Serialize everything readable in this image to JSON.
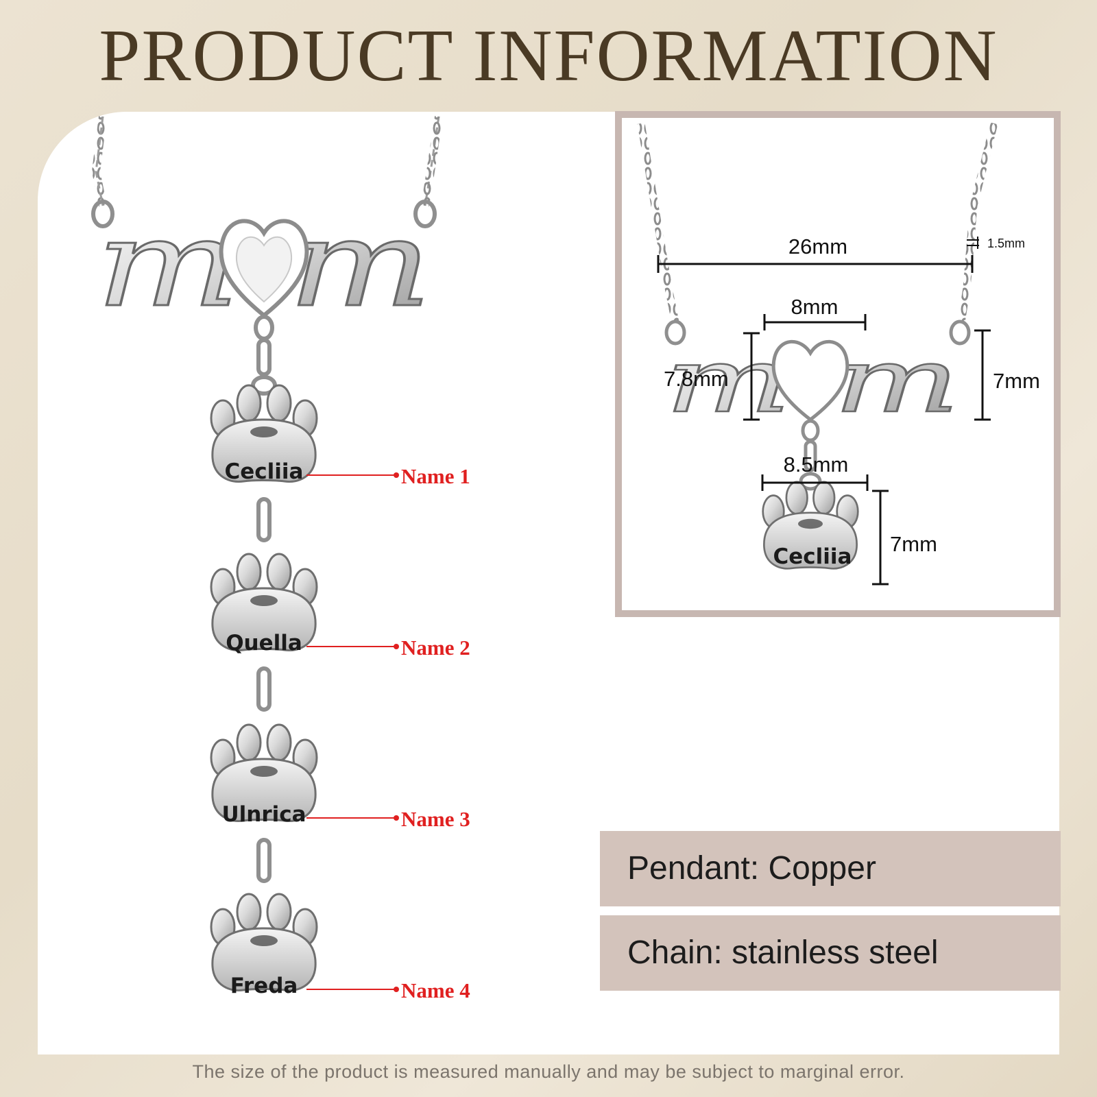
{
  "title": "PRODUCT INFORMATION",
  "pendant_word": "mom",
  "charms": [
    {
      "engraving": "Cecliia",
      "label": "Name 1"
    },
    {
      "engraving": "Quella",
      "label": "Name 2"
    },
    {
      "engraving": "Ulnrica",
      "label": "Name 3"
    },
    {
      "engraving": "Freda",
      "label": "Name 4"
    }
  ],
  "detail": {
    "engraving": "Cecliia",
    "dims": {
      "width_mom": "26mm",
      "chain": "1.5mm",
      "heart_width": "8mm",
      "heart_height": "7.8mm",
      "mom_height": "7mm",
      "paw_width": "8.5mm",
      "paw_height": "7mm"
    }
  },
  "specs": {
    "pendant": "Pendant: Copper",
    "chain": "Chain: stainless steel"
  },
  "footnote": "The size of the product is measured manually and may be subject to marginal error.",
  "colors": {
    "title": "#4a3a24",
    "name_label": "#e02020",
    "spec_band": "#d3c3bb",
    "detail_frame": "#c7b7b1"
  }
}
